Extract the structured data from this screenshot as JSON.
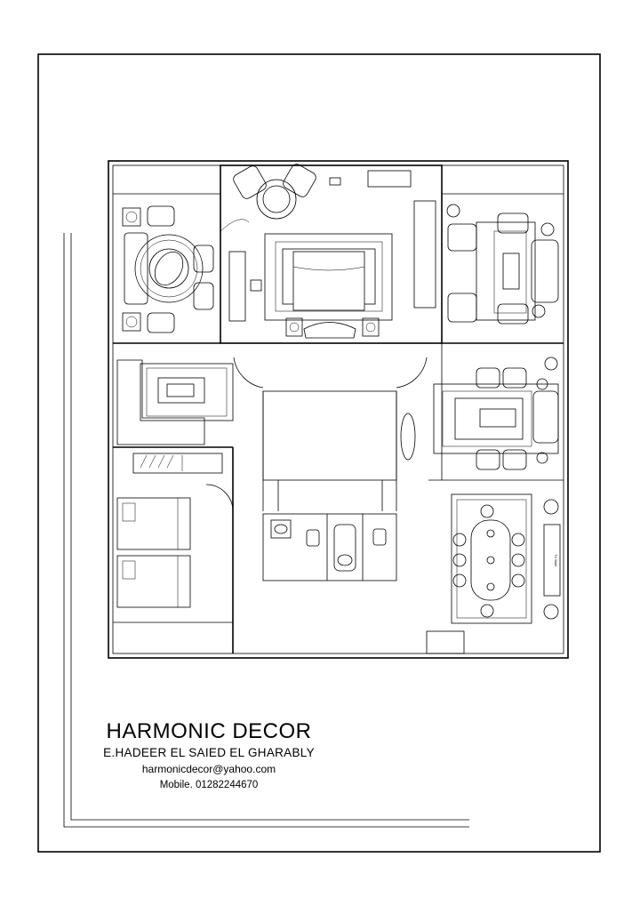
{
  "title_block": {
    "company": "HARMONIC DECOR",
    "designer": "E.HADEER EL SAIED EL GHARABLY",
    "email": "harmonicdecor@yahoo.com",
    "mobile": "Mobile. 01282244670"
  },
  "plan_label": "Tv Wall",
  "colors": {
    "ink": "#000000",
    "paper": "#ffffff"
  }
}
